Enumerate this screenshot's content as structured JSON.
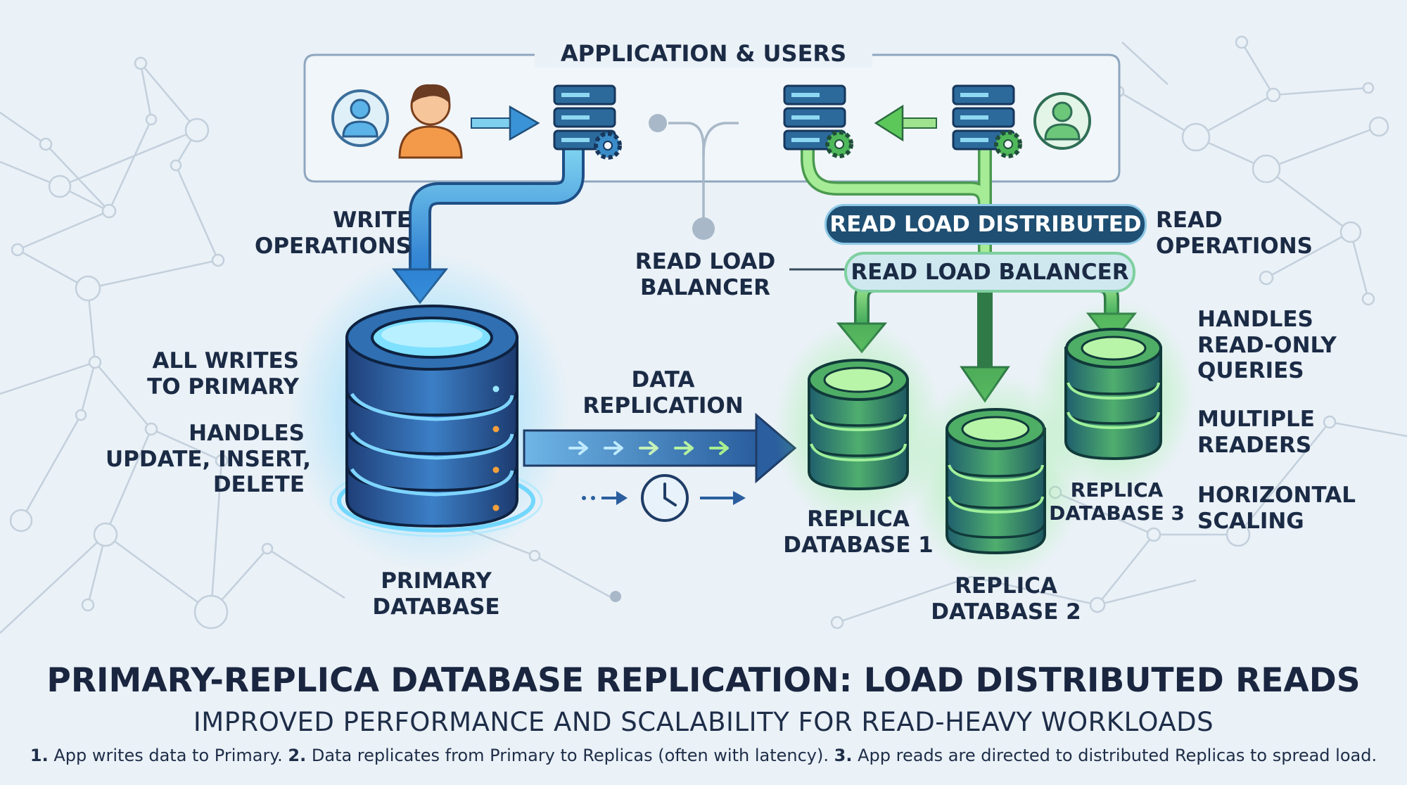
{
  "top_box": {
    "title": "APPLICATION & USERS"
  },
  "labels": {
    "write_ops": [
      "WRITE",
      "OPERATIONS"
    ],
    "read_ops": [
      "READ",
      "OPERATIONS"
    ],
    "read_lb_side": [
      "READ LOAD",
      "BALANCER"
    ],
    "all_writes": [
      "ALL WRITES",
      "TO PRIMARY"
    ],
    "handles_writes": [
      "HANDLES",
      "UPDATE, INSERT,",
      "DELETE"
    ],
    "data_replication": [
      "DATA",
      "REPLICATION"
    ],
    "primary_db": [
      "PRIMARY",
      "DATABASE"
    ],
    "replica_1": [
      "REPLICA",
      "DATABASE 1"
    ],
    "replica_2": [
      "REPLICA",
      "DATABASE 2"
    ],
    "replica_3": [
      "REPLICA",
      "DATABASE 3"
    ],
    "handles_read_only": [
      "HANDLES",
      "READ-ONLY",
      "QUERIES"
    ],
    "multiple_readers": [
      "MULTIPLE",
      "READERS"
    ],
    "horizontal_scaling": [
      "HORIZONTAL",
      "SCALING"
    ]
  },
  "pills": {
    "read_load_distributed": "READ LOAD DISTRIBUTED",
    "read_load_balancer": "READ LOAD BALANCER"
  },
  "title": "PRIMARY-REPLICA DATABASE REPLICATION: LOAD DISTRIBUTED READS",
  "subtitle": "IMPROVED PERFORMANCE AND SCALABILITY FOR READ-HEAVY WORKLOADS",
  "steps": [
    {
      "num": "1.",
      "text": "App writes data to Primary."
    },
    {
      "num": "2.",
      "text": "Data replicates from Primary to Replicas (often with latency)."
    },
    {
      "num": "3.",
      "text": "App reads are directed to distributed Replicas to spread load."
    }
  ],
  "icons": {
    "user_blue": "user-circle-icon",
    "user_orange": "person-icon",
    "user_green": "user-circle-icon",
    "server": "server-gear-icon",
    "clock": "clock-icon",
    "database": "database-icon"
  },
  "colors": {
    "background": "#eaf1f7",
    "write_path": "#3d8fd6",
    "read_path": "#5cc85a",
    "primary_db": "#2e6fb8",
    "replica_db": "#3fa057",
    "navy_pill": "#1f4f72",
    "light_pill": "#cfe8f0",
    "text": "#1b2b45"
  }
}
